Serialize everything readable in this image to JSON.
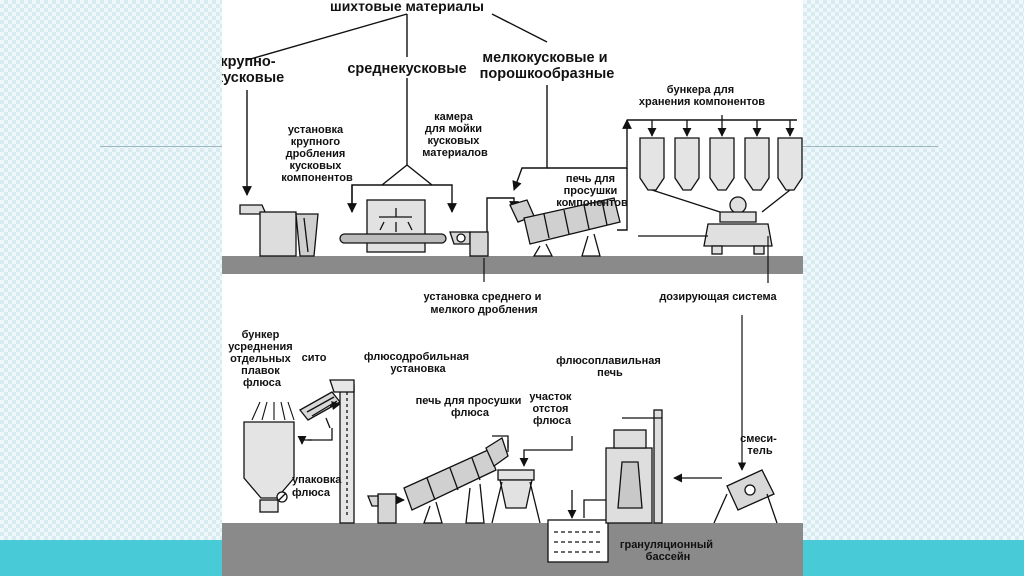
{
  "diagram": {
    "title": "шихтовые материалы",
    "input_large": [
      "крупно-",
      "кусковые"
    ],
    "input_medium": "среднекусковые",
    "input_fine": [
      "мелкокусковые и",
      "порошкообразные"
    ],
    "label_crusher": [
      "установка",
      "крупного",
      "дробления",
      "кусковых",
      "компонентов"
    ],
    "label_wash": [
      "камера",
      "для мойки",
      "кусковых",
      "материалов"
    ],
    "label_dryer": [
      "печь для",
      "просушки",
      "компонентов"
    ],
    "label_bunkers": [
      "бункера для",
      "хранения компонентов"
    ],
    "label_mid_crusher": [
      "установка среднего и",
      "мелкого дробления"
    ],
    "label_dosing": "дозирующая система",
    "label_avg_bunker": [
      "бункер",
      "усреднения",
      "отдельных",
      "плавок",
      "флюса"
    ],
    "label_sieve": "сито",
    "label_flux_crusher": [
      "флюсодробильная",
      "установка"
    ],
    "label_flux_dryer": [
      "печь для просушки",
      "флюса"
    ],
    "label_settling": [
      "участок",
      "отстоя",
      "флюса"
    ],
    "label_furnace": [
      "флюсоплавильная",
      "печь"
    ],
    "label_mixer": [
      "смеси-",
      "тель"
    ],
    "label_packing": [
      "упаковка",
      "флюса"
    ],
    "label_pool": [
      "грануляционный",
      "бассейн"
    ]
  }
}
